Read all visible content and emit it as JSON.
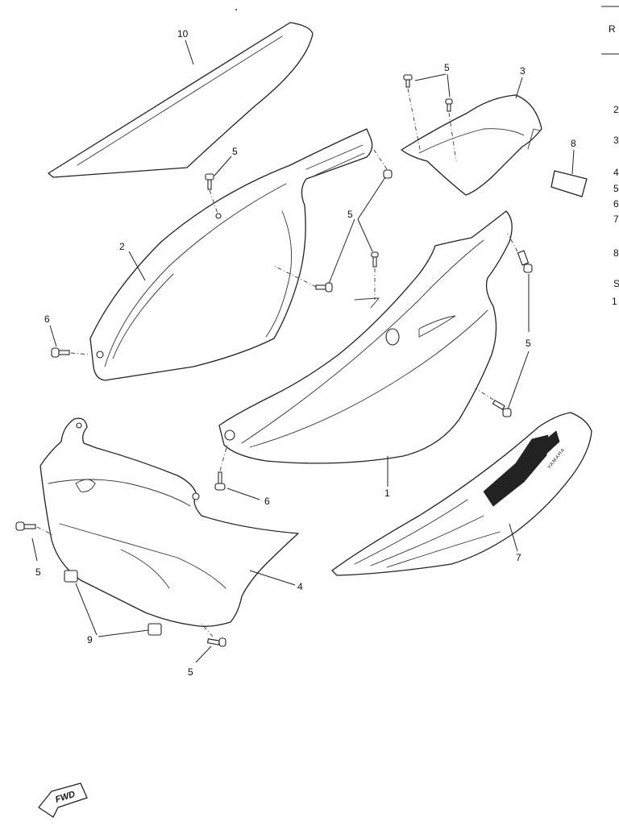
{
  "callouts": {
    "c10": "10",
    "c5a": "5",
    "c3": "3",
    "c8": "8",
    "c5b": "5",
    "c2": "2",
    "c5c": "5",
    "c6a": "6",
    "c5d": "5",
    "c6b": "6",
    "c1": "1",
    "c7": "7",
    "c4": "4",
    "c5e": "5",
    "c9": "9",
    "c5f": "5"
  },
  "right_column": {
    "header": "R",
    "items": [
      "2",
      "3",
      "4",
      "5",
      "6",
      "7",
      "8",
      "S",
      "1"
    ]
  },
  "fwd_label": "FWD",
  "decal_brand": "YAMAHA"
}
